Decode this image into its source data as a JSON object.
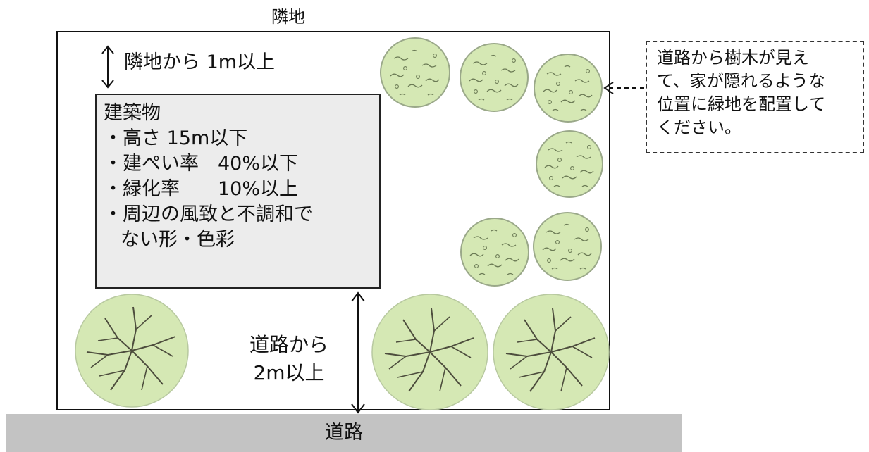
{
  "labels": {
    "neighbor": "隣地",
    "gap_neighbor": "隣地から 1m以上",
    "road_gap_line1": "道路から",
    "road_gap_line2": "2m以上",
    "road": "道路"
  },
  "building": {
    "title": "建築物",
    "conditions": [
      "・高さ 15m以下",
      "・建ぺい率　40%以下",
      "・緑化率　　10%以上",
      "・周辺の風致と不調和で",
      "ない形・色彩"
    ]
  },
  "callout": {
    "lines": [
      "道路から樹木が見え",
      "て、家が隠れるような",
      "位置に緑地を配置して",
      "ください。"
    ]
  },
  "colors": {
    "tree_fill": "#d5e8b4",
    "tree_line": "#6b7a55",
    "building_fill": "#ececec",
    "road_fill": "#c3c3c3"
  }
}
